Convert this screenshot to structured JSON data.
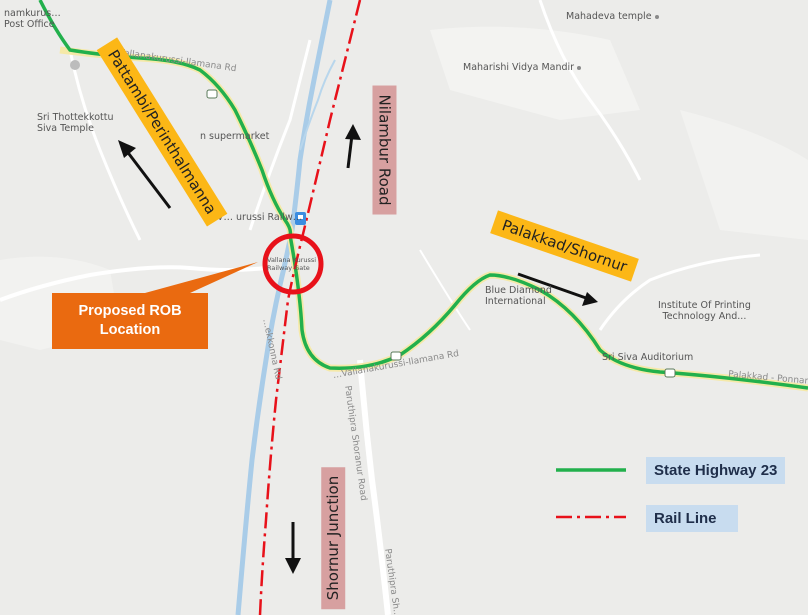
{
  "places": {
    "post_office": "namkurus…\nPost Office",
    "mahadeva": "Mahadeva temple",
    "maharishi": "Maharishi Vidya Mandir",
    "siva_temple": "Sri Thottekkottu\nSiva Temple",
    "supermarket": "n supermarket",
    "railway": "V… urussi Railw…",
    "gate": "Vallana Kurussi\nRailway Gate",
    "blue_diamond": "Blue Diamond\nInternational",
    "printing": "Institute Of Printing\nTechnology And...",
    "auditorium": "Sri Siva Auditorium"
  },
  "roads": {
    "nw_road": "Vallanakurussi-Ilamana Rd",
    "s_road": "…ekkonna Rd",
    "e_road": "…Vallanakurussi-Ilamana Rd",
    "palakkad_road": "Palakkad - Ponnani Rd",
    "paruthipra1": "Paruthipra Shoranur Road",
    "paruthipra2": "Paruthipra Sh…"
  },
  "labels": {
    "pattambi": "Pattambi/Perinthalmanna",
    "nilambur": "Nilambur Road",
    "palakkad": "Palakkad/Shornur",
    "shornur": "Shornur Junction"
  },
  "callout": {
    "line1": "Proposed ROB",
    "line2": "Location"
  },
  "legend": {
    "highway": "State Highway 23",
    "rail": "Rail Line",
    "highway_color": "#22b04c",
    "rail_color": "#e8111a"
  },
  "colors": {
    "callout_bg": "#ea6a10",
    "label_bg": "#fcb716",
    "junction_bg": "#d7a0a0",
    "circle": "#e8111a",
    "river": "#a9cce8"
  }
}
